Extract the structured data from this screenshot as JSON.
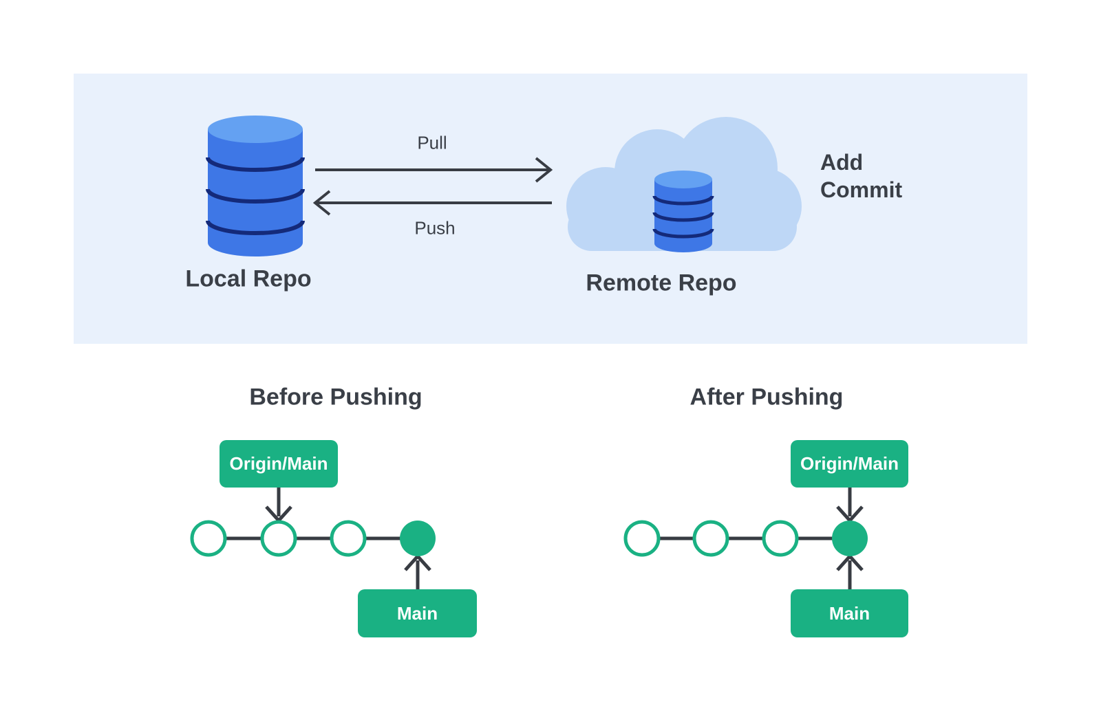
{
  "banner": {
    "local_repo_label": "Local Repo",
    "remote_repo_label": "Remote Repo",
    "pull_label": "Pull",
    "push_label": "Push",
    "add_commit_label": "Add Commit",
    "local_icon": "database-icon",
    "remote_icon": "cloud-with-database-icon",
    "arrows": [
      {
        "name": "pull-arrow",
        "direction": "left-to-right",
        "label": "Pull"
      },
      {
        "name": "push-arrow",
        "direction": "right-to-left",
        "label": "Push"
      }
    ]
  },
  "diagrams": {
    "before": {
      "title": "Before Pushing",
      "origin_main_label": "Origin/Main",
      "main_label": "Main",
      "commits": [
        "empty",
        "empty",
        "empty",
        "filled"
      ],
      "origin_main_points_to_commit_index": 1,
      "main_points_to_commit_index": 3
    },
    "after": {
      "title": "After Pushing",
      "origin_main_label": "Origin/Main",
      "main_label": "Main",
      "commits": [
        "empty",
        "empty",
        "empty",
        "filled"
      ],
      "origin_main_points_to_commit_index": 3,
      "main_points_to_commit_index": 3
    }
  },
  "colors": {
    "banner-bg": "#e9f1fc",
    "cloud": "#bed7f6",
    "cylinder-body": "#3e77e6",
    "cylinder-top": "#64a1f2",
    "cylinder-ring": "#142a7a",
    "green": "#1ab183",
    "dark": "#383c43",
    "text-dark": "#3a3f47",
    "white": "#ffffff"
  }
}
